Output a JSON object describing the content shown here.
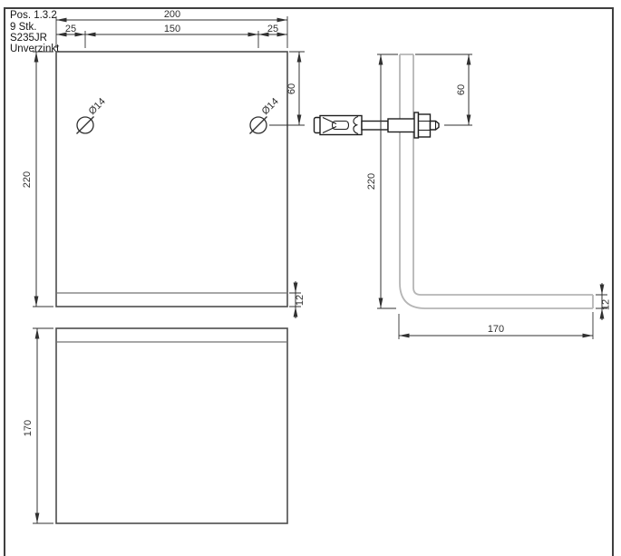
{
  "title_block": {
    "position_number": "Pos. 1.3.2",
    "quantity": "9 Stk.",
    "material": "S235JR",
    "surface_finish": "Unverzinkt"
  },
  "front_view": {
    "dim_total_width": "200",
    "dim_left_edge": "25",
    "dim_hole_spacing": "150",
    "dim_right_edge": "25",
    "dim_height": "220",
    "dim_hole_offset": "60",
    "dim_flange_thickness": "12",
    "hole_left_label": "Ø14",
    "hole_right_label": "Ø14"
  },
  "side_view": {
    "dim_height": "220",
    "dim_anchor_offset": "60",
    "dim_flange_length": "170",
    "dim_flange_thickness": "12"
  },
  "bottom_view": {
    "dim_depth": "170"
  },
  "colors": {
    "background": "#ffffff",
    "frame": "#3f3f3f",
    "outline": "#4d4d4d",
    "bend_line": "#8a8a8a",
    "profile_gray": "#b5b5b5",
    "dimension": "#303030",
    "bolt": "#1e1e1e"
  }
}
